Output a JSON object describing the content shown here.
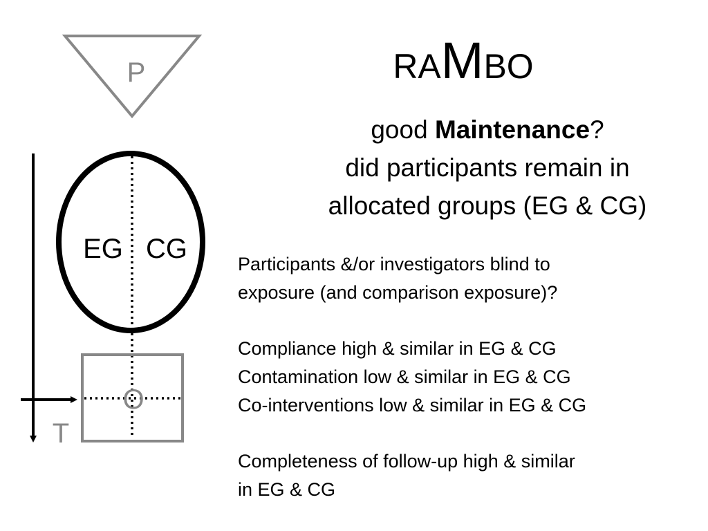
{
  "diagram": {
    "population_label": "P",
    "experimental_group_label": "EG",
    "control_group_label": "CG",
    "outcome_label": "O",
    "time_label": "T",
    "colors": {
      "ink": "#000000",
      "grey": "#888888"
    }
  },
  "title": {
    "prefix": "RA",
    "emphasis": "M",
    "suffix": "BO"
  },
  "headline": {
    "word_before": "good ",
    "keyword": "Maintenance",
    "word_after": "?",
    "line2": "did participants remain in",
    "line3": "allocated groups (EG & CG)"
  },
  "criteria": {
    "blinding": [
      "Participants &/or investigators blind to",
      "exposure (and comparison exposure)?"
    ],
    "adherence": [
      "Compliance high & similar in EG & CG",
      "Contamination low & similar in EG & CG",
      "Co-interventions low & similar in EG & CG"
    ],
    "follow_up": [
      "Completeness of follow-up high & similar",
      "in EG & CG"
    ]
  }
}
